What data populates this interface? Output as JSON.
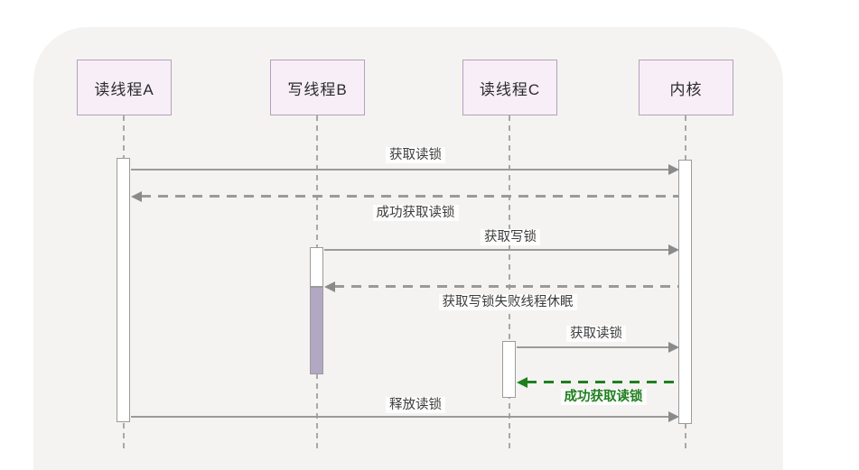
{
  "diagram": {
    "type": "uml-sequence-diagram",
    "participants": [
      {
        "id": "reader-thread-a",
        "label": "读线程A"
      },
      {
        "id": "writer-thread-b",
        "label": "写线程B"
      },
      {
        "id": "reader-thread-c",
        "label": "读线程C"
      },
      {
        "id": "kernel",
        "label": "内核"
      }
    ],
    "messages": [
      {
        "label": "获取读锁",
        "from": "读线程A",
        "to": "内核",
        "line": "solid",
        "color": "gray"
      },
      {
        "label": "成功获取读锁",
        "from": "内核",
        "to": "读线程A",
        "line": "dashed",
        "color": "gray"
      },
      {
        "label": "获取写锁",
        "from": "写线程B",
        "to": "内核",
        "line": "solid",
        "color": "gray"
      },
      {
        "label": "获取写锁失败线程休眠",
        "from": "内核",
        "to": "写线程B",
        "line": "dashed",
        "color": "gray"
      },
      {
        "label": "获取读锁",
        "from": "读线程C",
        "to": "内核",
        "line": "solid",
        "color": "gray"
      },
      {
        "label": "成功获取读锁",
        "from": "内核",
        "to": "读线程C",
        "line": "dashed",
        "color": "green"
      },
      {
        "label": "释放读锁",
        "from": "读线程A",
        "to": "内核",
        "line": "solid",
        "color": "gray"
      }
    ],
    "activations": [
      {
        "participant": "读线程A",
        "state": "active"
      },
      {
        "participant": "写线程B",
        "state": "active"
      },
      {
        "participant": "写线程B",
        "state": "sleeping"
      },
      {
        "participant": "读线程C",
        "state": "active"
      },
      {
        "participant": "内核",
        "state": "active"
      }
    ],
    "colors": {
      "panel_background": "#f4f3f1",
      "participant_fill": "#f7eef8",
      "participant_border": "#b3a1bb",
      "sleep_activation_fill": "#b2a8c3",
      "message_gray": "#9a9a9a",
      "success_green": "#1f7f1f",
      "text": "#3d3d3d"
    }
  }
}
